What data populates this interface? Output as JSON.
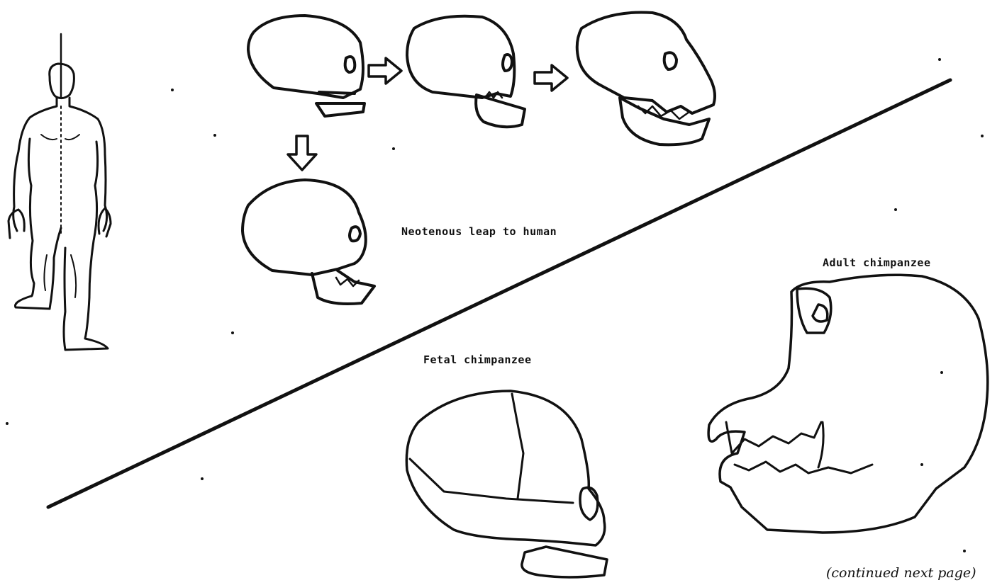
{
  "labels": {
    "neotenous": "Neotenous leap to human",
    "adult": "Adult chimpanzee",
    "fetal": "Fetal chimpanzee",
    "continued": "(continued next page)"
  },
  "colors": {
    "ink": "#111111",
    "paper": "#ffffff"
  }
}
